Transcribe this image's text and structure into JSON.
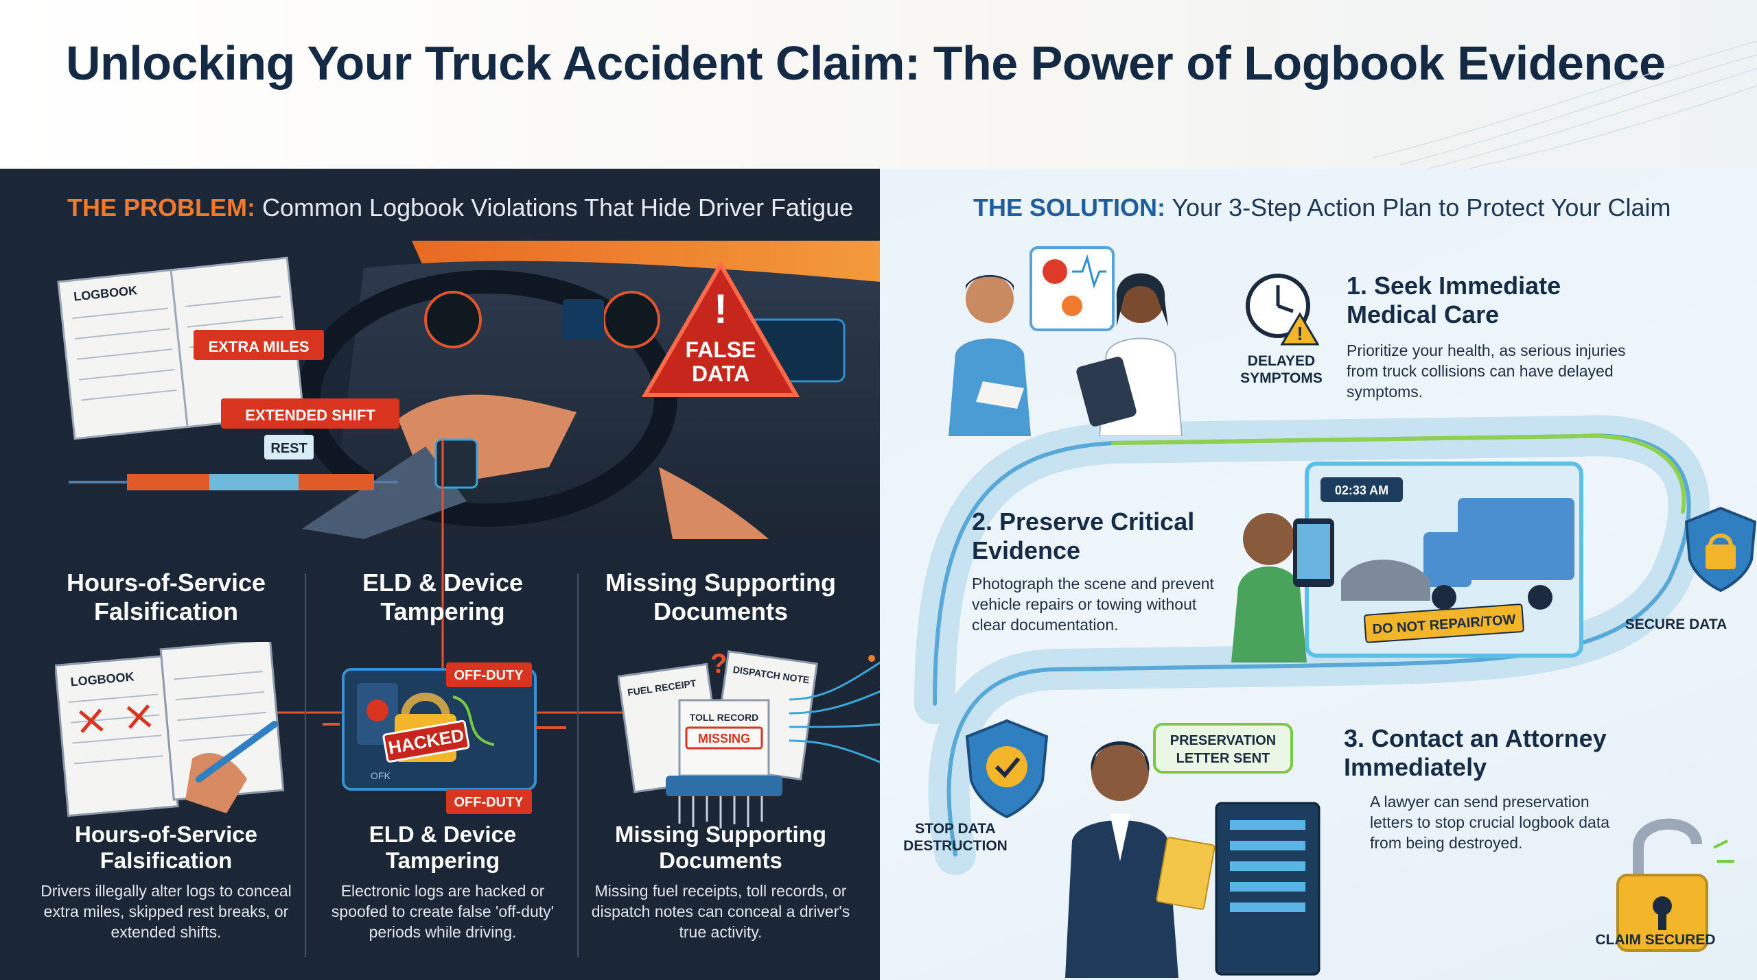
{
  "title": "Unlocking Your Truck Accident Claim: The Power of Logbook Evidence",
  "problem": {
    "lead": "THE PROBLEM:",
    "heading": "Common Logbook Violations That Hide Driver Fatigue",
    "scene_labels": {
      "logbook": "LOGBOOK",
      "extra_miles": "EXTRA MILES",
      "extended_shift": "EXTENDED SHIFT",
      "rest": "REST",
      "false_data": "FALSE DATA"
    },
    "columns": [
      {
        "title": "Hours-of-Service Falsification",
        "caption_title": "Hours-of-Service Falsification",
        "description": "Drivers illegally alter logs to conceal extra miles, skipped rest breaks, or extended shifts."
      },
      {
        "title": "ELD & Device Tampering",
        "caption_title": "ELD & Device Tampering",
        "description": "Electronic logs are hacked or spoofed to create false 'off-duty' periods while driving."
      },
      {
        "title": "Missing Supporting Documents",
        "caption_title": "Missing Supporting Documents",
        "description": "Missing fuel receipts, toll records, or dispatch notes can conceal a driver's true activity."
      }
    ],
    "illus_labels": {
      "logbook": "LOGBOOK",
      "off_duty_top": "OFF-DUTY",
      "off_duty_bottom": "OFF-DUTY",
      "hacked": "HACKED",
      "ofk": "OFK",
      "fuel_receipt": "FUEL RECEIPT",
      "dispatch_note": "DISPATCH NOTE",
      "toll_record": "TOLL RECORD",
      "missing": "MISSING"
    }
  },
  "solution": {
    "lead": "THE SOLUTION:",
    "heading": "Your 3-Step Action Plan to Protect Your Claim",
    "steps": [
      {
        "title": "1. Seek Immediate Medical Care",
        "description": "Prioritize your health, as serious injuries from truck collisions can have delayed symptoms.",
        "tag": "DELAYED SYMPTOMS"
      },
      {
        "title": "2. Preserve Critical Evidence",
        "description": "Photograph the scene and prevent vehicle repairs or towing without clear documentation.",
        "tag": "SECURE DATA",
        "timestamp": "02:33 AM",
        "banner": "DO NOT REPAIR/TOW"
      },
      {
        "title": "3. Contact an Attorney Immediately",
        "description": "A lawyer can send preservation letters to stop crucial logbook data from being destroyed.",
        "tag_left": "STOP DATA DESTRUCTION",
        "tag_right": "CLAIM SECURED",
        "bubble": "PRESERVATION LETTER SENT"
      }
    ]
  },
  "colors": {
    "title": "#132944",
    "problem_accent": "#f07a2f",
    "solution_accent": "#1f5e9e",
    "left_bg": "#1b2636",
    "alert_red": "#e03b2a",
    "lock_gold": "#f3b62b"
  }
}
